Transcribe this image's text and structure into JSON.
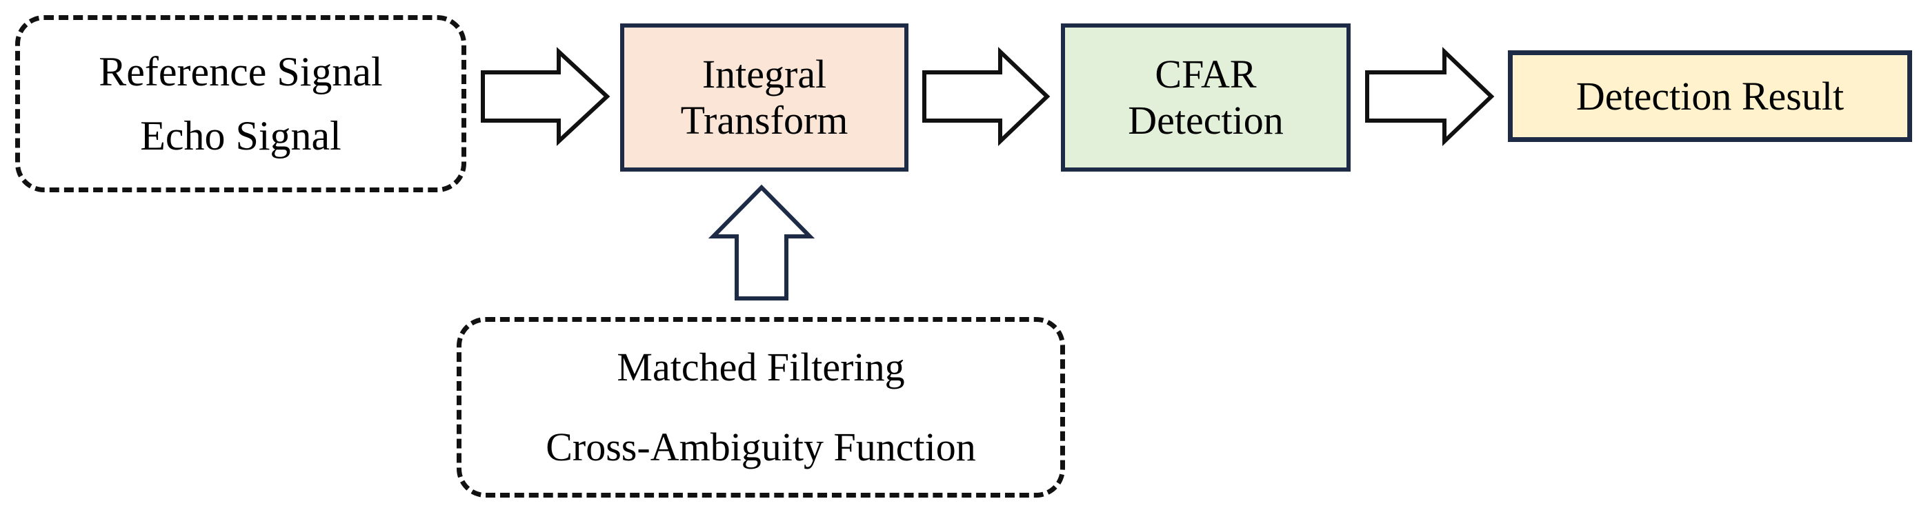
{
  "input_block": {
    "line1": "Reference Signal",
    "line2": "Echo Signal"
  },
  "integral_block": {
    "line1": "Integral",
    "line2": "Transform",
    "fill": "#fbe5d6"
  },
  "cfar_block": {
    "line1": "CFAR",
    "line2": "Detection",
    "fill": "#e2f0d9"
  },
  "result_block": {
    "label": "Detection Result",
    "fill": "#fff2cc"
  },
  "method_block": {
    "line1": "Matched Filtering",
    "line2": "Cross-Ambiguity Function"
  },
  "colors": {
    "box_border": "#1d2b47",
    "dashed_border": "#111111",
    "arrow_stroke": "#111111",
    "up_arrow_stroke": "#1d2b47"
  }
}
